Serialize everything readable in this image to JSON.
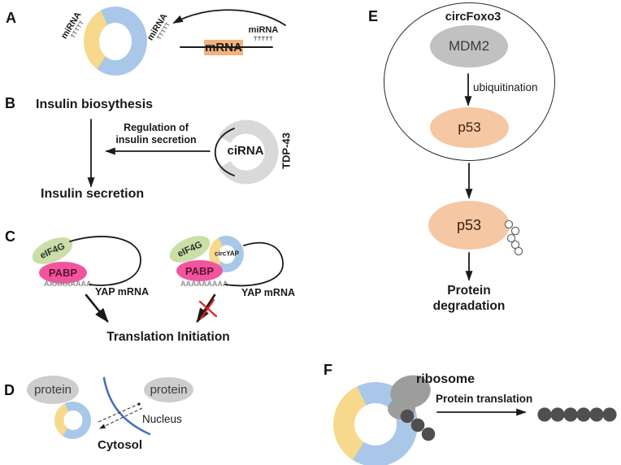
{
  "colors": {
    "circ_blue": "#a9c8e9",
    "circ_yellow": "#f7d98c",
    "mrna_orange": "#f3b27d",
    "p53_peach": "#f5c7a2",
    "gray_protein": "#cdcdcd",
    "mdm2_gray": "#c2c1c1",
    "eif4g_green": "#c9dfa7",
    "pabp_pink": "#f2559e",
    "cirna_gray": "#d9d9d9",
    "ribosome_gray": "#9d9d9d",
    "peptide_dark": "#4f4f4f",
    "nucleus_blue": "#4472c4",
    "cross_red": "#e02020"
  },
  "panel_a": {
    "label": "A",
    "mirna_left": "miRNA",
    "mirna_left_t": "TTTTT",
    "mirna_right": "miRNA",
    "mirna_right_t": "TTTTT",
    "mirna_free": "miRNA",
    "mirna_free_t": "TTTTT",
    "mrna": "mRNA"
  },
  "panel_b": {
    "label": "B",
    "biosynthesis": "Insulin biosythesis",
    "regulation_line1": "Regulation of",
    "regulation_line2": "insulin secretion",
    "cirna": "ciRNA",
    "tdp43": "TDP-43",
    "secretion": "Insulin secretion"
  },
  "panel_c": {
    "label": "C",
    "eif4g_left": "eIF4G",
    "pabp_left": "PABP",
    "polya_left": "AAAAAAAAA",
    "yap_mrna_left": "YAP mRNA",
    "eif4g_right": "eIF4G",
    "circyap": "circYAP",
    "pabp_right": "PABP",
    "polya_right": "AAAAAAAAA",
    "yap_mrna_right": "YAP mRNA",
    "translation_initiation": "Translation Initiation"
  },
  "panel_d": {
    "label": "D",
    "protein_left": "protein",
    "protein_right": "protein",
    "nucleus": "Nucleus",
    "cytosol": "Cytosol"
  },
  "panel_e": {
    "label": "E",
    "circfoxo3": "circFoxo3",
    "mdm2": "MDM2",
    "ubiquitination": "ubiquitination",
    "p53_inner": "p53",
    "p53_outer": "p53",
    "degradation_line1": "Protein",
    "degradation_line2": "degradation"
  },
  "panel_f": {
    "label": "F",
    "ribosome": "ribosome",
    "protein_translation": "Protein translation"
  }
}
